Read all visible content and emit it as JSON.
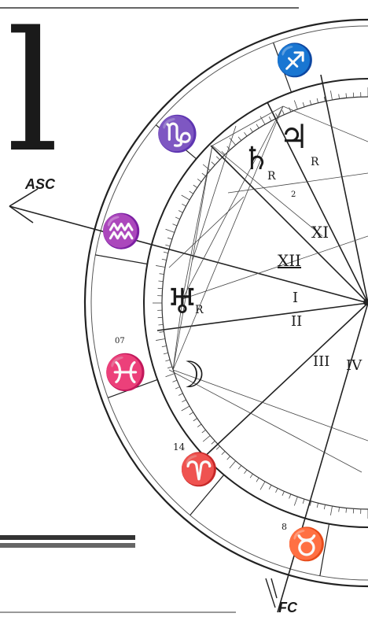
{
  "title_glyph": "l",
  "labels": {
    "asc": "ASC",
    "fc": "FC"
  },
  "signs": [
    {
      "name": "sagittarius-glyph",
      "text": "♐"
    },
    {
      "name": "capricorn-glyph",
      "text": "♑"
    },
    {
      "name": "aquarius-glyph",
      "text": "♒"
    },
    {
      "name": "pisces-glyph",
      "text": "♓"
    },
    {
      "name": "aries-glyph",
      "text": "♈"
    },
    {
      "name": "taurus-glyph",
      "text": "♉"
    }
  ],
  "houses": [
    "XI",
    "XII",
    "I",
    "II",
    "III",
    "IV"
  ],
  "planets": [
    {
      "name": "saturn-glyph",
      "text": "♄",
      "mark": "R"
    },
    {
      "name": "jupiter-glyph",
      "text": "♃",
      "mark": "R"
    },
    {
      "name": "uranus-glyph",
      "text": "♅",
      "mark": "R"
    },
    {
      "name": "moon-glyph",
      "text": "☽",
      "mark": ""
    }
  ],
  "degree_marks": [
    "2",
    "07",
    "14",
    "8"
  ]
}
